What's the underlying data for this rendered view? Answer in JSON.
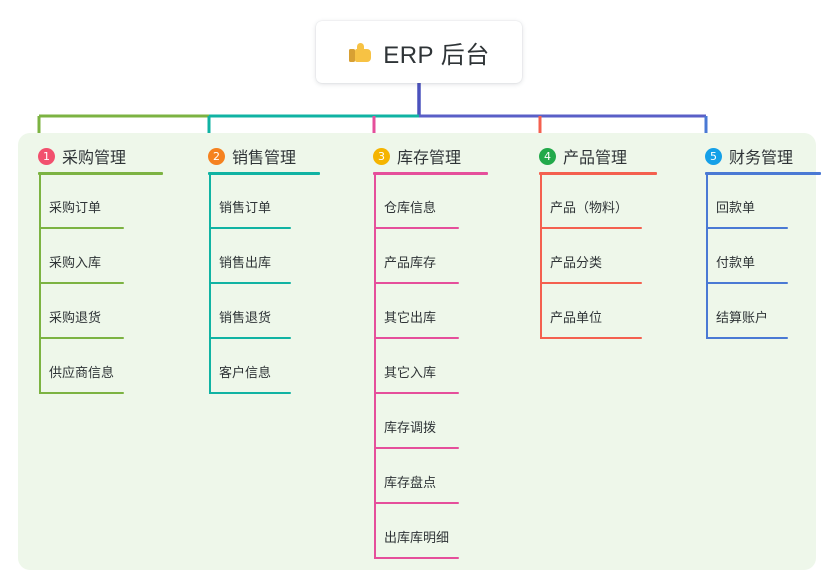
{
  "root": {
    "icon": "thumbs-up-icon",
    "label": "ERP 后台"
  },
  "colors": {
    "panel_bg": "#eef7ea",
    "page_bg": "#ffffff",
    "text": "#2f3437",
    "trunk": "#4b52bd",
    "bus_left": "#7cb342",
    "bus_mid": "#10b3a3",
    "bus_right": "#5a5fc7"
  },
  "columns": [
    {
      "badge": "1",
      "badge_color": "#f2506e",
      "title": "采购管理",
      "line_color": "#7cb342",
      "width": 170,
      "rule_width": 125,
      "item_rule_width": 85,
      "items": [
        {
          "label": "采购订单"
        },
        {
          "label": "采购入库"
        },
        {
          "label": "采购退货"
        },
        {
          "label": "供应商信息"
        }
      ]
    },
    {
      "badge": "2",
      "badge_color": "#f58220",
      "title": "销售管理",
      "line_color": "#10b3a3",
      "width": 165,
      "rule_width": 112,
      "item_rule_width": 82,
      "items": [
        {
          "label": "销售订单"
        },
        {
          "label": "销售出库"
        },
        {
          "label": "销售退货"
        },
        {
          "label": "客户信息"
        }
      ]
    },
    {
      "badge": "3",
      "badge_color": "#f5b400",
      "title": "库存管理",
      "line_color": "#e54f9b",
      "width": 166,
      "rule_width": 115,
      "item_rule_width": 85,
      "items": [
        {
          "label": "仓库信息"
        },
        {
          "label": "产品库存"
        },
        {
          "label": "其它出库"
        },
        {
          "label": "其它入库"
        },
        {
          "label": "库存调拨"
        },
        {
          "label": "库存盘点"
        },
        {
          "label": "出库库明细"
        }
      ]
    },
    {
      "badge": "4",
      "badge_color": "#22a94a",
      "title": "产品管理",
      "line_color": "#f4604f",
      "width": 166,
      "rule_width": 118,
      "item_rule_width": 102,
      "items": [
        {
          "label": "产品（物料）"
        },
        {
          "label": "产品分类"
        },
        {
          "label": "产品单位"
        }
      ]
    },
    {
      "badge": "5",
      "badge_color": "#15a0e8",
      "title": "财务管理",
      "line_color": "#4a79d4",
      "width": 131,
      "rule_width": 116,
      "item_rule_width": 82,
      "items": [
        {
          "label": "回款单"
        },
        {
          "label": "付款单"
        },
        {
          "label": "结算账户"
        }
      ]
    }
  ]
}
